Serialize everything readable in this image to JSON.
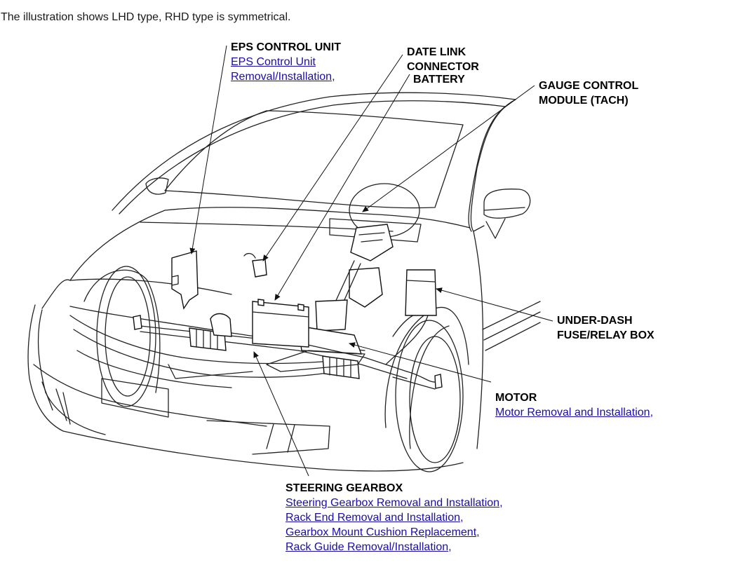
{
  "intro_text": "The illustration shows LHD type, RHD type is symmetrical.",
  "link_color": "#1a0dab",
  "callouts": {
    "eps_control_unit": {
      "title": "EPS CONTROL UNIT",
      "links": [
        "EPS Control Unit Removal/Installation"
      ]
    },
    "data_link_connector": {
      "title_line1": "DATE LINK",
      "title_line2": "CONNECTOR"
    },
    "battery": {
      "title": "BATTERY"
    },
    "gauge_control_module": {
      "title_line1": "GAUGE CONTROL",
      "title_line2": "MODULE (TACH)"
    },
    "under_dash_fuse_box": {
      "title_line1": "UNDER-DASH",
      "title_line2": "FUSE/RELAY BOX"
    },
    "motor": {
      "title": "MOTOR",
      "links": [
        "Motor Removal and Installation"
      ]
    },
    "steering_gearbox": {
      "title": "STEERING GEARBOX",
      "links": [
        "Steering Gearbox Removal and Installation",
        "Rack End Removal and Installation",
        "Gearbox Mount Cushion Replacement",
        "Rack Guide Removal/Installation"
      ]
    }
  }
}
